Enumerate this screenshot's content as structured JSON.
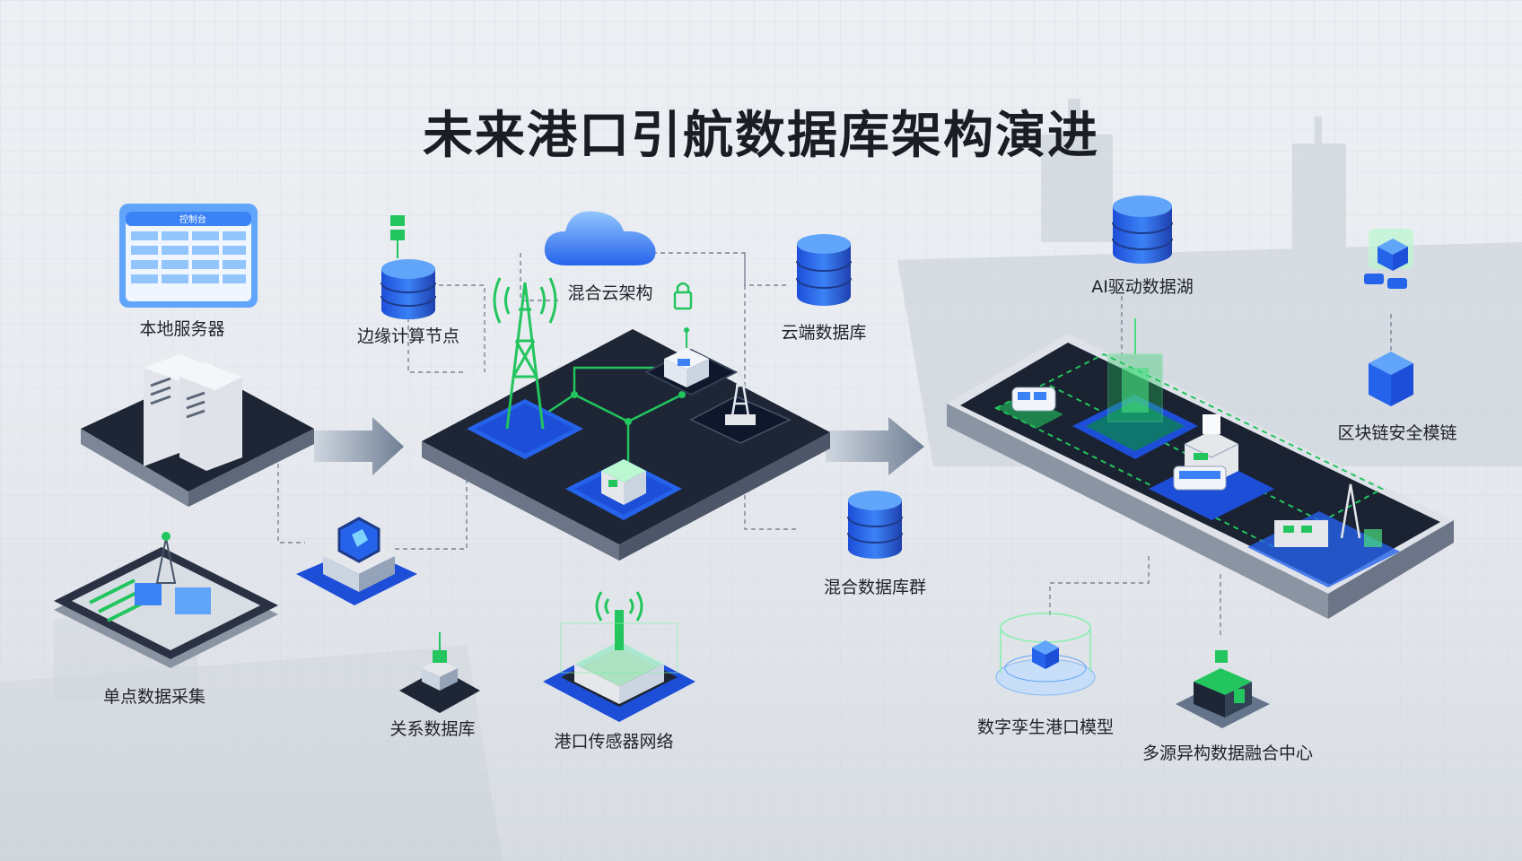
{
  "title": "未来港口引航数据库架构演进",
  "labels": {
    "local_server": "本地服务器",
    "edge_node": "边缘计算节点",
    "hybrid_cloud": "混合云架构",
    "cloud_db": "云端数据库",
    "ai_lake": "AI驱动数据湖",
    "blockchain": "区块链安全模链",
    "single_point": "单点数据采集",
    "relational_db": "关系数据库",
    "sensor_network": "港口传感器网络",
    "distributed_db": "混合数据库群",
    "digital_twin": "数字孪生港口模型",
    "fusion_center": "多源异构数据融合中心"
  },
  "screen_text": "控制台",
  "colors": {
    "accent_blue": "#2563eb",
    "accent_green": "#22c55e",
    "platform_dark": "#1e2535",
    "background": "#eceff3"
  }
}
